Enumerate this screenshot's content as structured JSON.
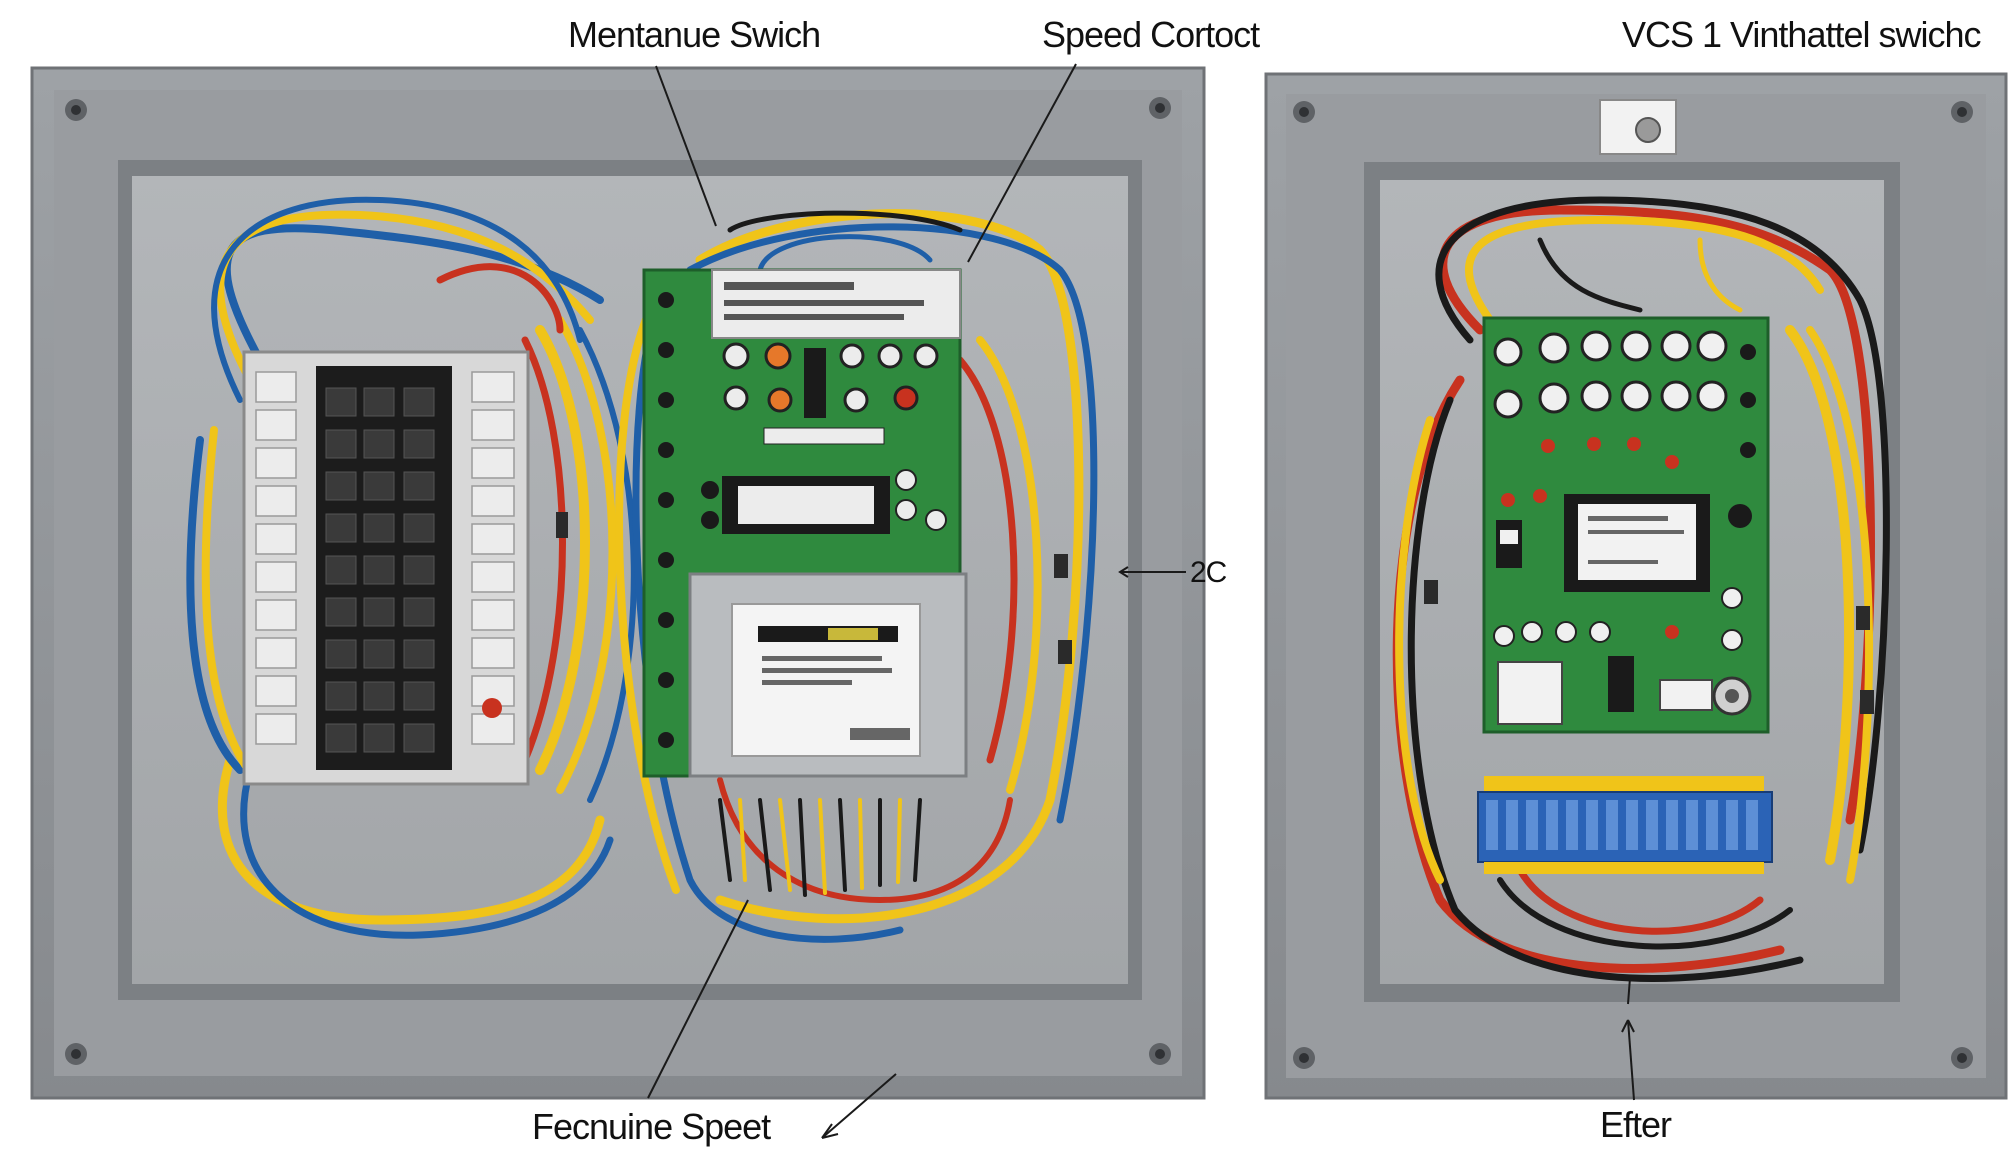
{
  "labels": {
    "top_left": "Mentanue Swich",
    "top_middle": "Speed Cortoct",
    "top_right": "VCS 1 Vinthattel swichc",
    "right_side_mark": "2C",
    "bottom_left": "Fecnuine Speet",
    "bottom_right": "Efter"
  },
  "colors": {
    "enclosure": "#8e9296",
    "enclosure_inner": "#a5a9ad",
    "pcb_green": "#2f8a3e",
    "wire_yellow": "#f0c419",
    "wire_blue": "#1f5fa8",
    "wire_red": "#c8321f",
    "wire_black": "#1a1a1a",
    "terminal_blue": "#2b63b6"
  },
  "icons": [
    "screw-icon",
    "capacitor-icon",
    "relay-icon",
    "terminal-block-icon"
  ]
}
